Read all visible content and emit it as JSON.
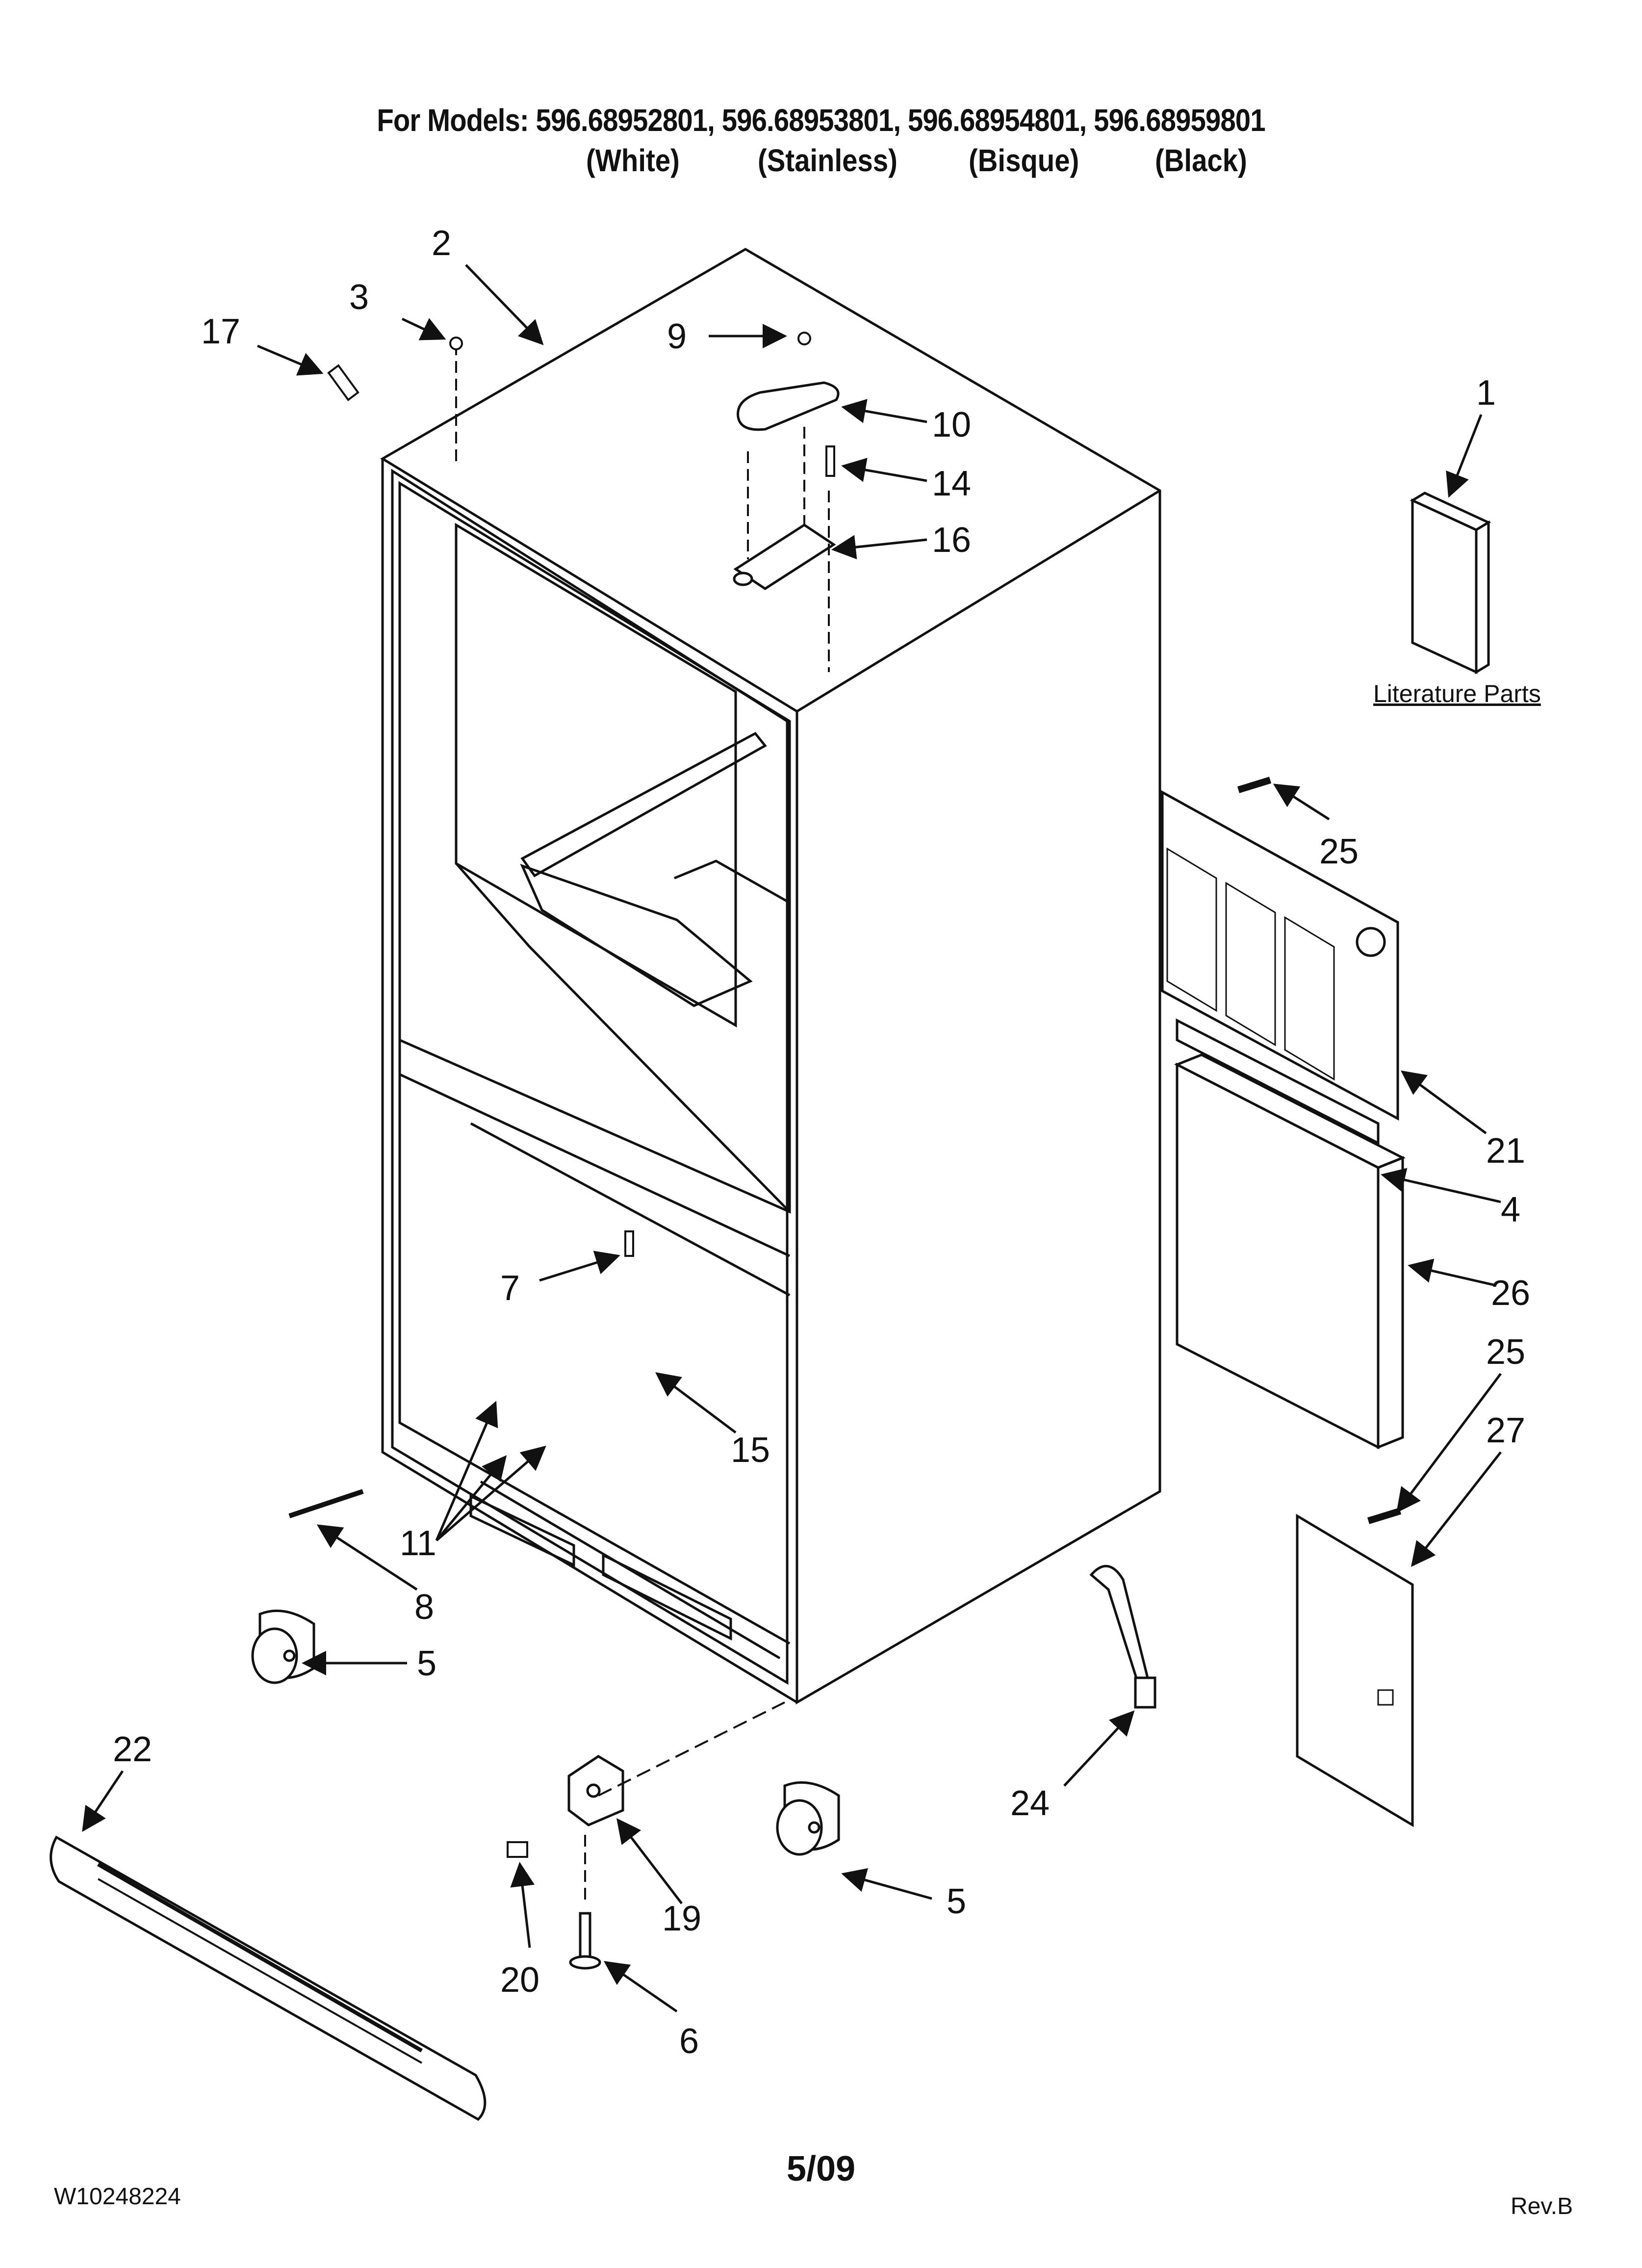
{
  "header": {
    "models_line": "For Models: 596.68952801, 596.68953801, 596.68954801, 596.68959801",
    "colors": [
      "(White)",
      "(Stainless)",
      "(Bisque)",
      "(Black)"
    ]
  },
  "literature_label": "Literature Parts",
  "callouts": {
    "c1": "1",
    "c2": "2",
    "c3": "3",
    "c4": "4",
    "c5a": "5",
    "c5b": "5",
    "c6": "6",
    "c7": "7",
    "c8": "8",
    "c9": "9",
    "c10": "10",
    "c11": "11",
    "c14": "14",
    "c15": "15",
    "c16": "16",
    "c17": "17",
    "c19": "19",
    "c20": "20",
    "c21": "21",
    "c22": "22",
    "c24": "24",
    "c25a": "25",
    "c25b": "25",
    "c26": "26",
    "c27": "27"
  },
  "footer": {
    "doc_number": "W10248224",
    "date": "5/09",
    "revision": "Rev.B"
  }
}
